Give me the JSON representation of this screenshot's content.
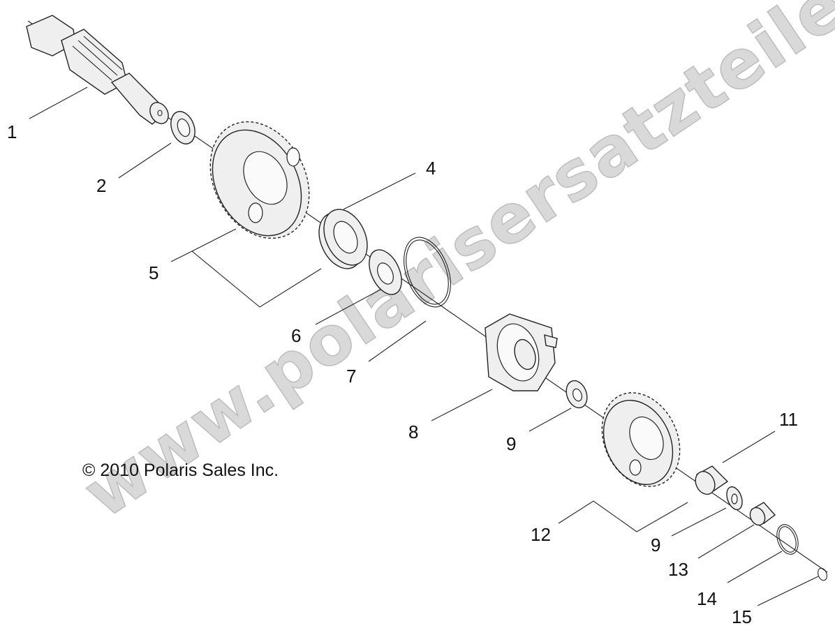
{
  "copyright": "© 2010 Polaris Sales Inc.",
  "watermark": "www.polarisersatzteile.de",
  "callouts": [
    {
      "id": "c1",
      "text": "1"
    },
    {
      "id": "c2",
      "text": "2"
    },
    {
      "id": "c4",
      "text": "4"
    },
    {
      "id": "c5",
      "text": "5"
    },
    {
      "id": "c6",
      "text": "6"
    },
    {
      "id": "c7",
      "text": "7"
    },
    {
      "id": "c8",
      "text": "8"
    },
    {
      "id": "c9a",
      "text": "9"
    },
    {
      "id": "c11",
      "text": "11"
    },
    {
      "id": "c12",
      "text": "12"
    },
    {
      "id": "c9b",
      "text": "9"
    },
    {
      "id": "c13",
      "text": "13"
    },
    {
      "id": "c14",
      "text": "14"
    },
    {
      "id": "c15",
      "text": "15"
    }
  ]
}
